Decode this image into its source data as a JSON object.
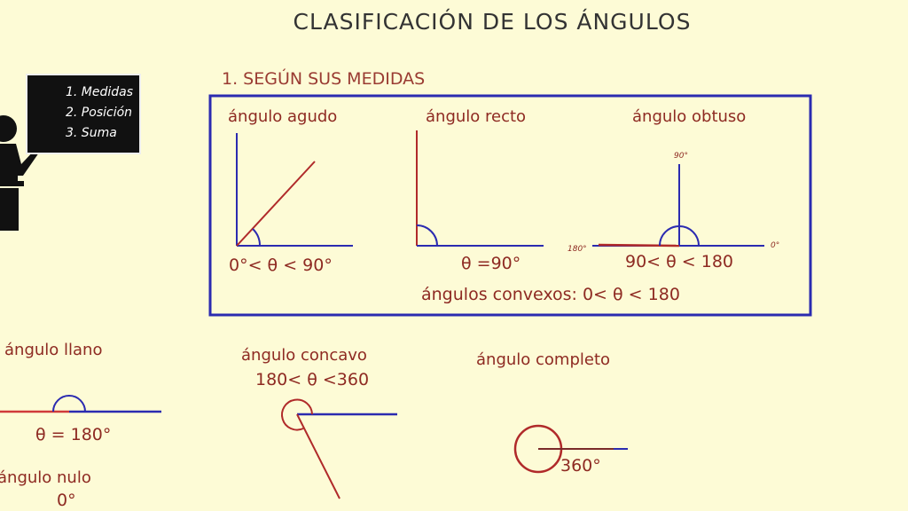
{
  "title": "CLASIFICACIÓN DE LOS ÁNGULOS",
  "blackboard": {
    "items": [
      "1. Medidas",
      "2. Posición",
      "3. Suma"
    ]
  },
  "section": "1. SEGÚN SUS MEDIDAS",
  "convex": {
    "acute": {
      "label": "ángulo agudo",
      "formula": "0°< θ < 90°"
    },
    "right": {
      "label": "ángulo recto",
      "formula": "θ =90°"
    },
    "obtuse": {
      "label": "ángulo obtuso",
      "formula": "90< θ < 180",
      "tick_top": "90°",
      "tick_left": "180°",
      "tick_right": "0°"
    },
    "summary": "ángulos convexos: 0< θ < 180"
  },
  "straight": {
    "label": "ángulo llano",
    "formula": "θ = 180°"
  },
  "null": {
    "label": "ángulo nulo",
    "formula": "0°"
  },
  "concave": {
    "label": "ángulo concavo",
    "formula": "180< θ <360"
  },
  "full": {
    "label": "ángulo completo",
    "formula": "360°"
  },
  "colors": {
    "background": "#fdfbd6",
    "box": "#2b2bb0",
    "red": "#b02a2a",
    "blue": "#2b2bb0",
    "text": "#8e2a22"
  }
}
